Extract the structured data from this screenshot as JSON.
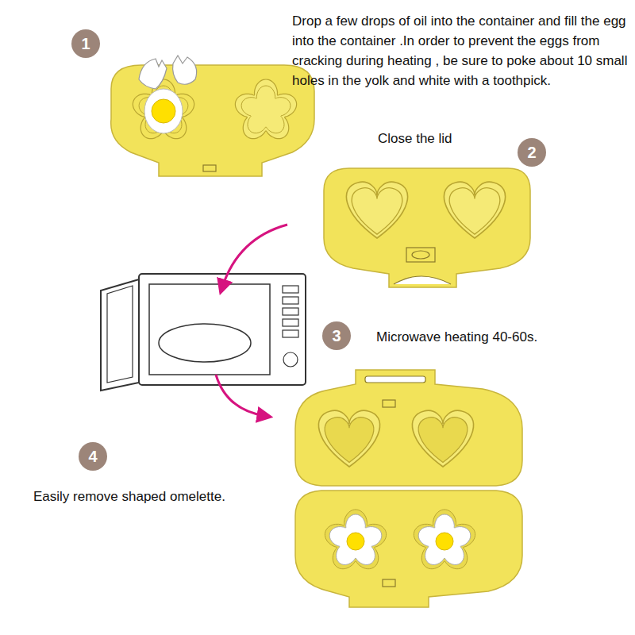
{
  "diagram": {
    "nodes": [
      {
        "text": [
          "1"
        ]
      },
      {
        "text": [
          "2"
        ]
      },
      {
        "text": [
          "3"
        ]
      },
      {
        "text": [
          "4"
        ]
      }
    ],
    "labels": [
      "Drop a few drops of oil into the container and fill the egg into the container .In order to prevent the eggs from cracking during heating , be sure to poke about 10 small holes in the yolk and white with a toothpick.",
      "Close the lid",
      "Microwave heating 40-60s.",
      "Easily remove shaped omelette."
    ]
  }
}
